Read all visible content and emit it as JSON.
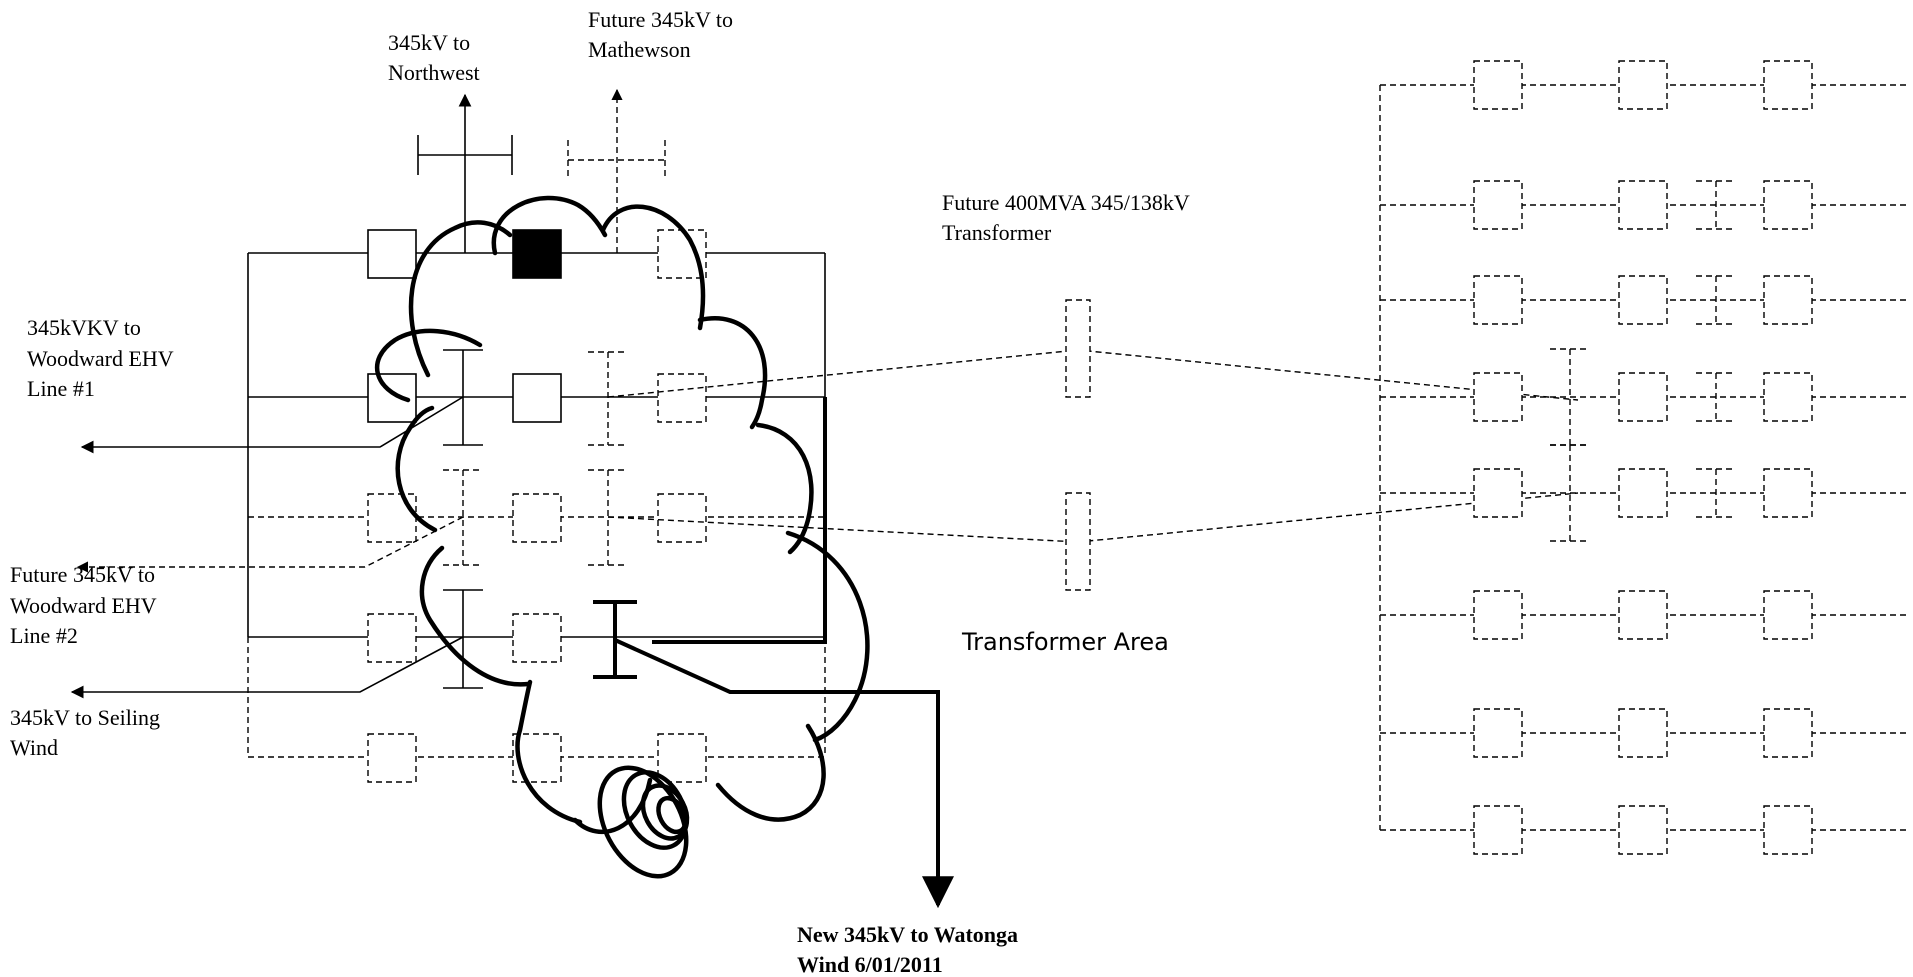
{
  "labels": {
    "northwest_line1": "345kV to",
    "northwest_line2": "Northwest",
    "mathewson_line1": "Future 345kV to",
    "mathewson_line2": "Mathewson",
    "woodward1_line1": "345kVKV to",
    "woodward1_line2": "Woodward EHV",
    "woodward1_line3": "Line #1",
    "woodward2_line1": "Future 345kV to",
    "woodward2_line2": "Woodward EHV",
    "woodward2_line3": "Line #2",
    "seiling_line1": "345kV to Seiling",
    "seiling_line2": "Wind",
    "watonga_line1": "New 345kV to Watonga",
    "watonga_line2": "Wind 6/01/2011",
    "transformer_line1": "Future 400MVA 345/138kV",
    "transformer_line2": "Transformer",
    "transformer_area": "Transformer Area"
  }
}
